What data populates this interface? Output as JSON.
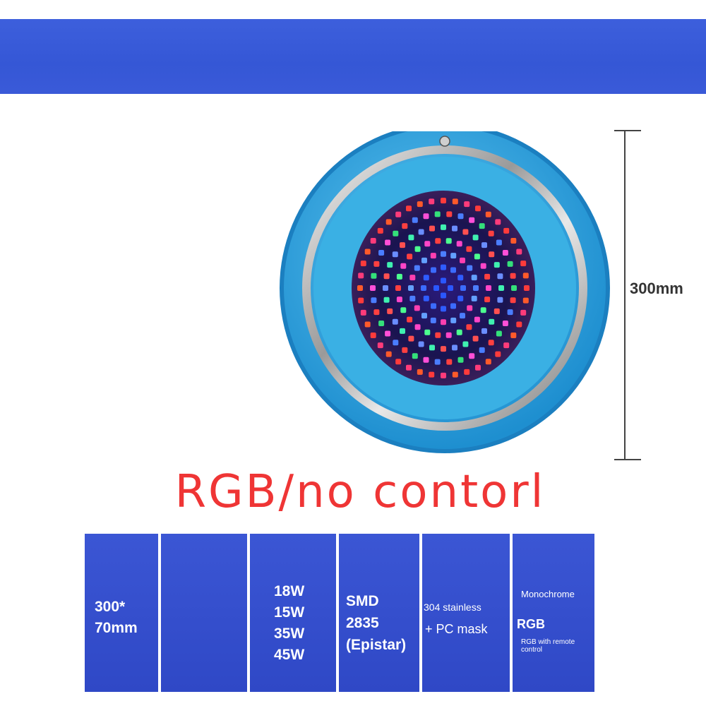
{
  "dimension": {
    "label": "300mm"
  },
  "headline": "RGB/no contorl",
  "specs": {
    "size_line1": "300*",
    "size_line2": "70mm",
    "power": [
      "18W",
      "15W",
      "35W",
      "45W"
    ],
    "chip": [
      "SMD",
      "2835",
      "(Epistar)"
    ],
    "material_line1": "304 stainless",
    "material_line2": "+ PC mask",
    "color_mono": "Monochrome",
    "color_rgb": "RGB",
    "color_remote_line1": "RGB with remote",
    "color_remote_line2": "control"
  },
  "colors": {
    "banner": "#3557d6",
    "headline": "#ef3535",
    "lamp_body": "#2fa3df",
    "table_cell": "#3450cf"
  }
}
